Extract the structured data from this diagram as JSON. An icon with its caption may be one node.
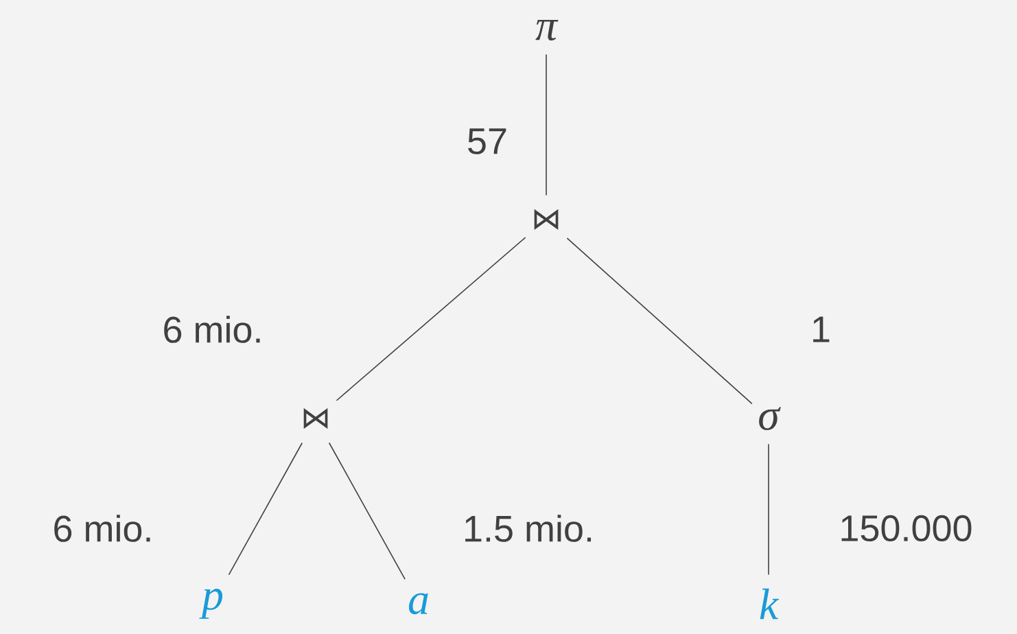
{
  "diagram": {
    "nodes": [
      {
        "text": [
          "π"
        ]
      },
      {
        "text": [
          "⋈"
        ]
      },
      {
        "text": [
          "⋈"
        ]
      },
      {
        "text": [
          "σ"
        ]
      },
      {
        "text": [
          "p"
        ]
      },
      {
        "text": [
          "a"
        ]
      },
      {
        "text": [
          "k"
        ]
      }
    ],
    "edges": [
      {
        "from": 0,
        "to": 1,
        "arrow": "none",
        "label": "57"
      },
      {
        "from": 1,
        "to": 2,
        "arrow": "none",
        "label": "6 mio."
      },
      {
        "from": 1,
        "to": 3,
        "arrow": "none",
        "label": "1"
      },
      {
        "from": 2,
        "to": 4,
        "arrow": "none",
        "label": "6 mio."
      },
      {
        "from": 2,
        "to": 5,
        "arrow": "none",
        "label": "1.5 mio."
      },
      {
        "from": 3,
        "to": 6,
        "arrow": "none",
        "label": "150.000"
      }
    ]
  }
}
